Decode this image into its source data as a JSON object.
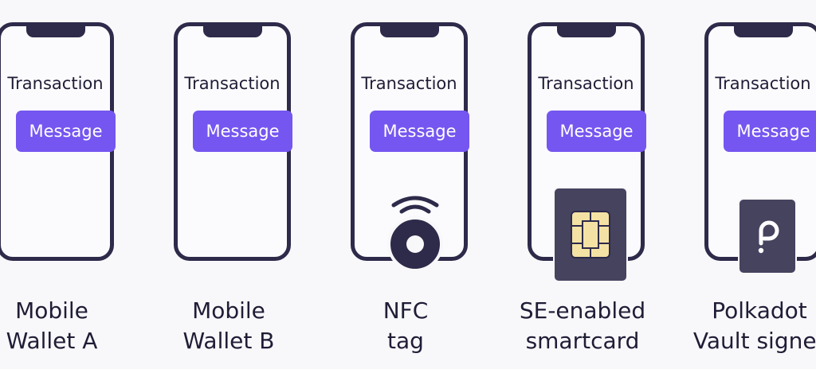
{
  "devices": [
    {
      "transaction": "Transaction",
      "message": "Message",
      "label_line1": "Mobile",
      "label_line2": "Wallet A",
      "icon": "none"
    },
    {
      "transaction": "Transaction",
      "message": "Message",
      "label_line1": "Mobile",
      "label_line2": "Wallet B",
      "icon": "none"
    },
    {
      "transaction": "Transaction",
      "message": "Message",
      "label_line1": "NFC",
      "label_line2": "tag",
      "icon": "nfc-tag-icon"
    },
    {
      "transaction": "Transaction",
      "message": "Message",
      "label_line1": "SE-enabled",
      "label_line2": "smartcard",
      "icon": "smartcard-chip-icon"
    },
    {
      "transaction": "Transaction",
      "message": "Message",
      "label_line1": "Polkadot",
      "label_line2": "Vault signer",
      "icon": "polkadot-logo-icon"
    }
  ],
  "colors": {
    "background": "#f8f8fa",
    "phone_outline": "#2d2a4a",
    "message_button": "#7556f0",
    "chip_gold": "#f4e2a4",
    "text": "#1f1d36"
  }
}
